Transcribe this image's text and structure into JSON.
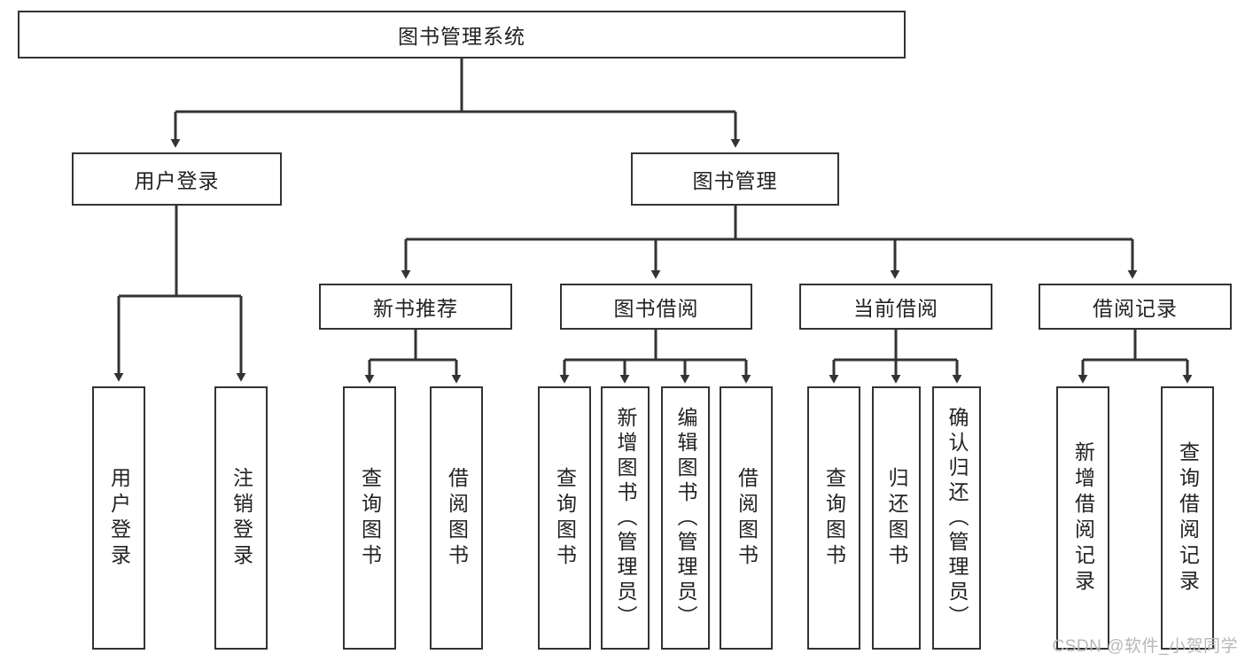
{
  "diagram": {
    "title": "图书管理系统",
    "type": "hierarchy-tree",
    "root": {
      "label": "图书管理系统"
    },
    "level2": [
      {
        "label": "用户登录"
      },
      {
        "label": "图书管理"
      }
    ],
    "level3": [
      {
        "label": "新书推荐"
      },
      {
        "label": "图书借阅"
      },
      {
        "label": "当前借阅"
      },
      {
        "label": "借阅记录"
      }
    ],
    "leaves": {
      "user_login": [
        {
          "label": "用户登录"
        },
        {
          "label": "注销登录"
        }
      ],
      "new_book_recommend": [
        {
          "label": "查询图书"
        },
        {
          "label": "借阅图书"
        }
      ],
      "book_borrow": [
        {
          "label": "查询图书"
        },
        {
          "label": "新增图书（管理员）"
        },
        {
          "label": "编辑图书（管理员）"
        },
        {
          "label": "借阅图书"
        }
      ],
      "current_borrow": [
        {
          "label": "查询图书"
        },
        {
          "label": "归还图书"
        },
        {
          "label": "确认归还（管理员）"
        }
      ],
      "borrow_record": [
        {
          "label": "新增借阅记录"
        },
        {
          "label": "查询借阅记录"
        }
      ]
    }
  },
  "watermark": {
    "text": "CSDN @软件_小贺同学"
  },
  "colors": {
    "border": "#333333",
    "text": "#222222",
    "background": "#ffffff",
    "watermark": "#b8b8b8"
  }
}
